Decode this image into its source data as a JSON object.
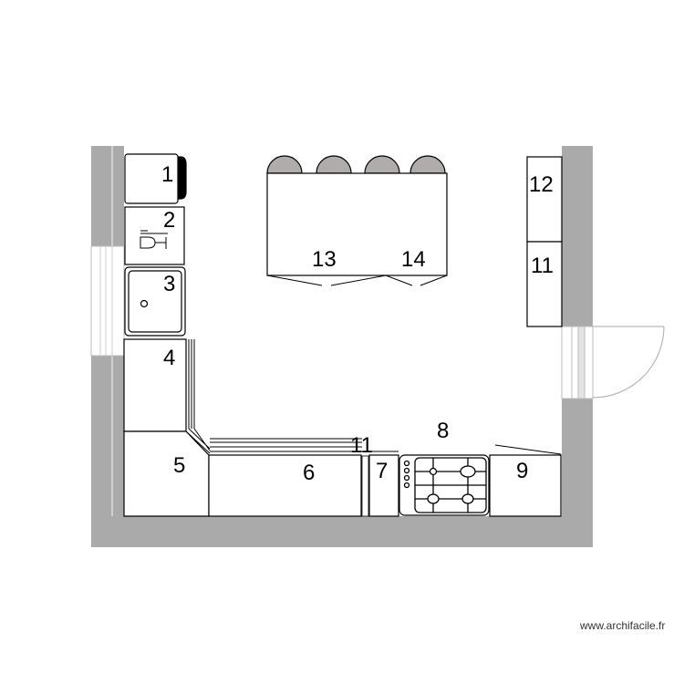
{
  "labels": {
    "l1": "1",
    "l2": "2",
    "l3": "3",
    "l4": "4",
    "l5": "5",
    "l6": "6",
    "l7": "7",
    "l8": "8",
    "l9": "9",
    "l11a": "11",
    "l11b": "11",
    "l12": "12",
    "l13": "13",
    "l14": "14"
  },
  "watermark": "www.archifacile.fr",
  "colors": {
    "wall": "#aaaaaa",
    "chair": "#b0acac"
  }
}
